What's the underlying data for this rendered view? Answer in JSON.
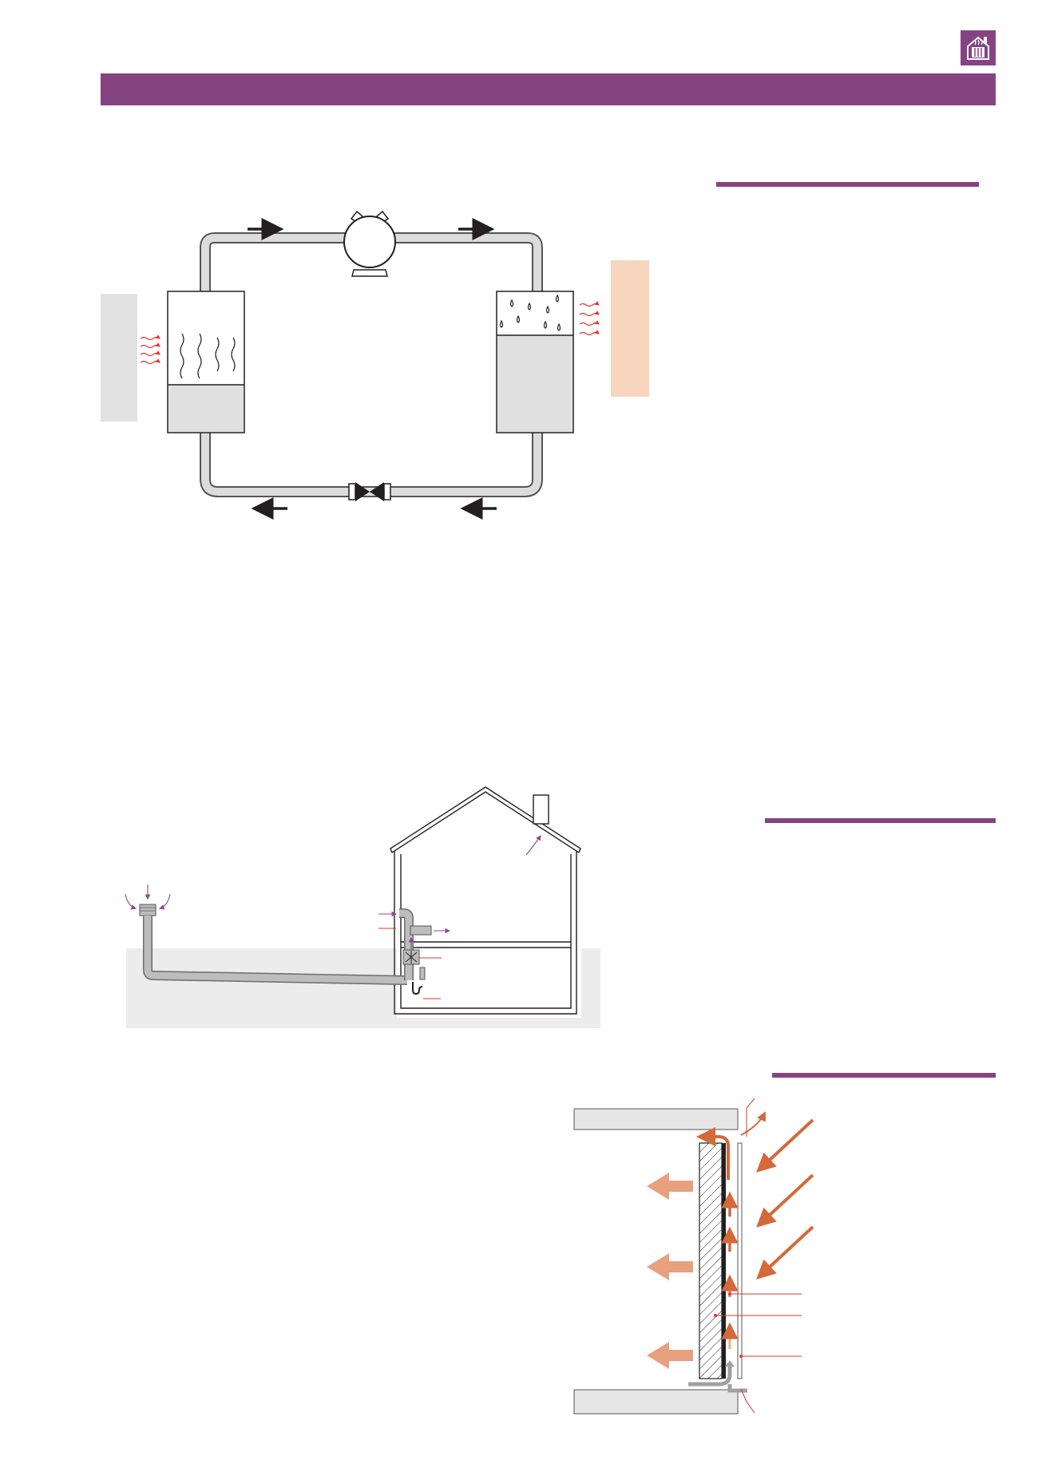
{
  "header": {
    "logo_icon": "house-with-radiator-icon",
    "bar_color": "#854382"
  },
  "section_rules": {
    "color": "#854382",
    "count": 3
  },
  "heat_pump_diagram": {
    "icons": [
      "compressor-icon",
      "expansion-valve-icon",
      "evaporator-vessel",
      "condenser-vessel",
      "flow-arrow-icon",
      "heat-wave-icon"
    ],
    "colors": {
      "cold_side": "#e2e2e2",
      "warm_side": "#f8d6be",
      "pipe": "#dcdcdc",
      "liquid": "#e0e0e0",
      "heat_wave": "#e2342d",
      "arrow": "#231f20"
    }
  },
  "ground_duct_diagram": {
    "icons": [
      "air-intake-icon",
      "buried-duct",
      "house-outline",
      "chimney",
      "fan-icon",
      "condensate-trap-icon"
    ],
    "colors": {
      "ground": "#ececec",
      "duct": "#bdbdbd",
      "air_flow_arrow": "#8c4a8c",
      "leader_line": "#e2342d"
    }
  },
  "solar_wall_diagram": {
    "icons": [
      "solar-radiation-arrow-icon",
      "heat-transfer-arrow-icon",
      "air-flow-arrow-icon",
      "insulation-hatch"
    ],
    "colors": {
      "slab": "#e6e6e6",
      "radiation": "#d4693a",
      "heat_transfer": "#e8a07e",
      "air_inlet": "#a0a0a0",
      "leader_line": "#e2342d"
    }
  }
}
